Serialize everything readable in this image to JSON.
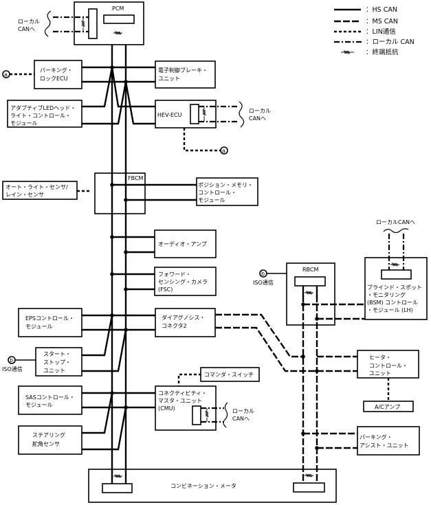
{
  "legend": [
    {
      "type": "hs",
      "label": "：HS CAN"
    },
    {
      "type": "ms",
      "label": "：MS CAN"
    },
    {
      "type": "lin",
      "label": "：LIN通信"
    },
    {
      "type": "local",
      "label": "：ローカル CAN"
    },
    {
      "type": "resistor",
      "label": "：終端抵抗"
    }
  ],
  "modules": {
    "pcm": "PCM",
    "parking_lock_ecu": [
      "パーキング・",
      "ロックECU"
    ],
    "ebrake": [
      "電子制御ブレーキ・",
      "ユニット"
    ],
    "adaptive_led": [
      "アダプティブLEDヘッド・",
      "ライト・コントロール・",
      "モジュール"
    ],
    "hev_ecu": "HEV-ECU",
    "fbcm": "FBCM",
    "auto_light": [
      "オート・ライト・センサ/",
      "レイン・センサ"
    ],
    "position_memory": [
      "ポジション・メモリ・",
      "コントロール・",
      "モジュール"
    ],
    "audio_amp": "オーディオ・アンプ",
    "fsc": [
      "フォワード・",
      "センシング・カメラ",
      "(FSC)"
    ],
    "eps": [
      "EPSコントロール・",
      "モジュール"
    ],
    "diag": [
      "ダイアグノシス・",
      "コネクタ2"
    ],
    "start_stop": [
      "スタート・",
      "ストップ・",
      "ユニット"
    ],
    "commander": "コマンダ・スイッチ",
    "sas": [
      "SASコントロール・",
      "モジュール"
    ],
    "cmu": [
      "コネクティビティ・",
      "マスタ・ユニット",
      "(CMU)"
    ],
    "steering": [
      "ステアリング",
      "舵角センサ"
    ],
    "rbcm": "RBCM",
    "bsm": [
      "ブラインド・スポット",
      "・モニタリング",
      "(BSM) コントロール",
      "・モジュール (LH)"
    ],
    "heater": [
      "ヒータ・",
      "コントロール・",
      "ユニット"
    ],
    "ac_amp": "A/Cアンプ",
    "parking_assist": [
      "パーキング・",
      "アシスト・ユニット"
    ],
    "meter": "コンビネーション・メータ"
  },
  "annotations": {
    "local_can_to": [
      "ローカル",
      "CANへ"
    ],
    "local_can_to_single": "ローカルCANへ",
    "marker_a": "a",
    "marker_b": "b",
    "iso_comm": "ISO通信"
  }
}
